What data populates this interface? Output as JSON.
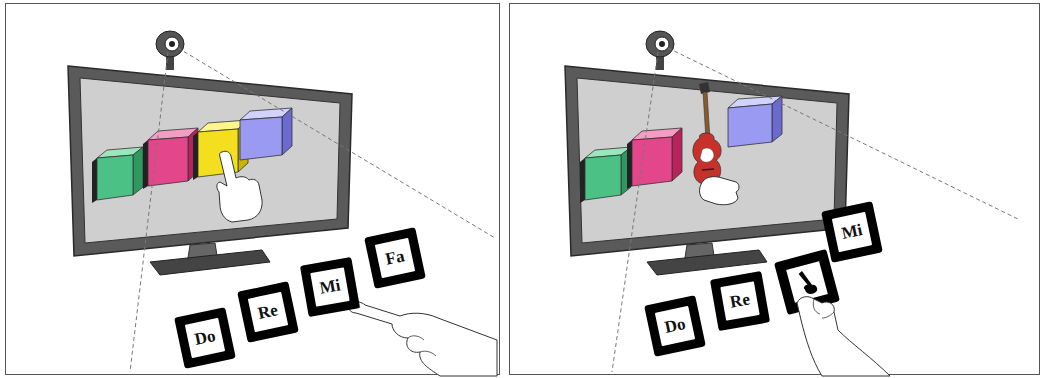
{
  "diagram": {
    "nodes": [
      {
        "text": [
          "Do"
        ]
      },
      {
        "text": [
          "Re"
        ]
      },
      {
        "text": [
          "Mi"
        ]
      },
      {
        "text": [
          "Fa"
        ]
      },
      {
        "text": [
          "Do"
        ]
      },
      {
        "text": [
          "Re"
        ]
      },
      {
        "text": [
          "Mi"
        ]
      }
    ]
  }
}
